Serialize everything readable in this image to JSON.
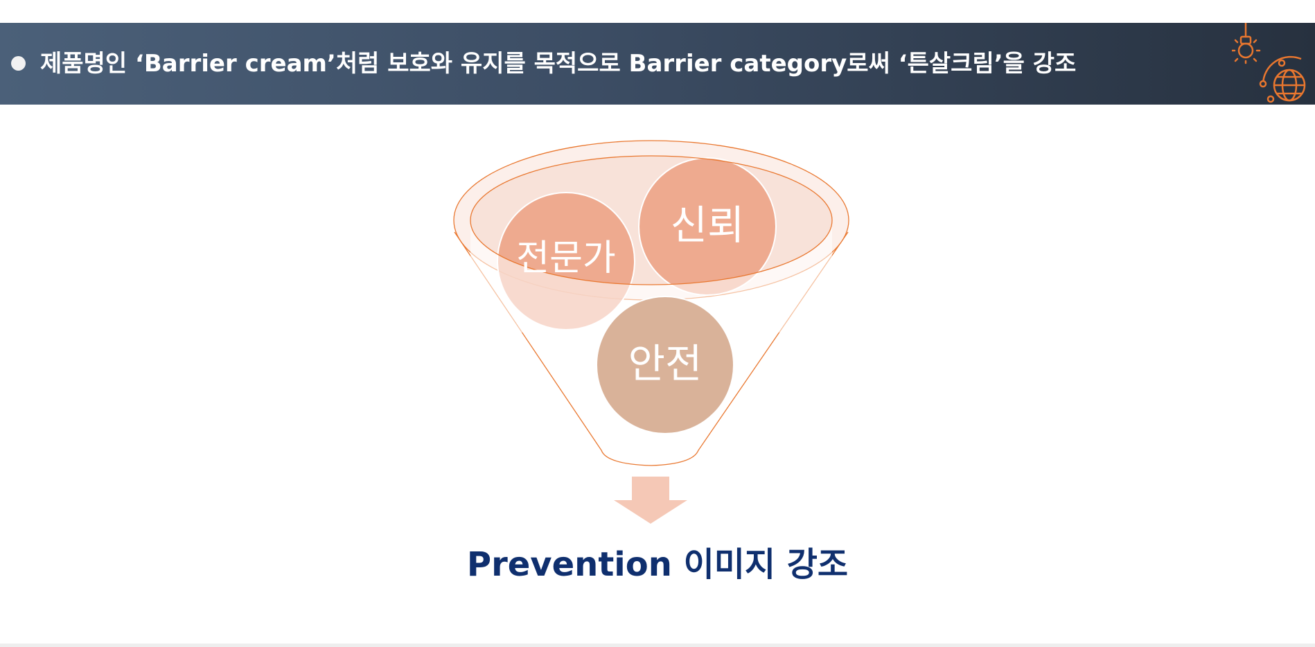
{
  "banner": {
    "text": "제품명인 ‘Barrier cream’처럼 보호와 유지를 목적으로 Barrier category로써 ‘튼살크림’을 강조",
    "icons": [
      "lightbulb-icon",
      "globe-network-icon"
    ]
  },
  "diagram": {
    "circles": [
      {
        "label": "전문가"
      },
      {
        "label": "신뢰"
      },
      {
        "label": "안전"
      }
    ],
    "arrow_icon": "down-arrow-icon"
  },
  "caption": "Prevention 이미지 강조",
  "colors": {
    "banner_start": "#4b6079",
    "banner_end": "#27313f",
    "accent_orange": "#e9772f",
    "circle_salmon": "#eca081",
    "circle_tan": "#d9b299",
    "arrow": "#f5c8b6",
    "caption": "#0f2f6e"
  }
}
